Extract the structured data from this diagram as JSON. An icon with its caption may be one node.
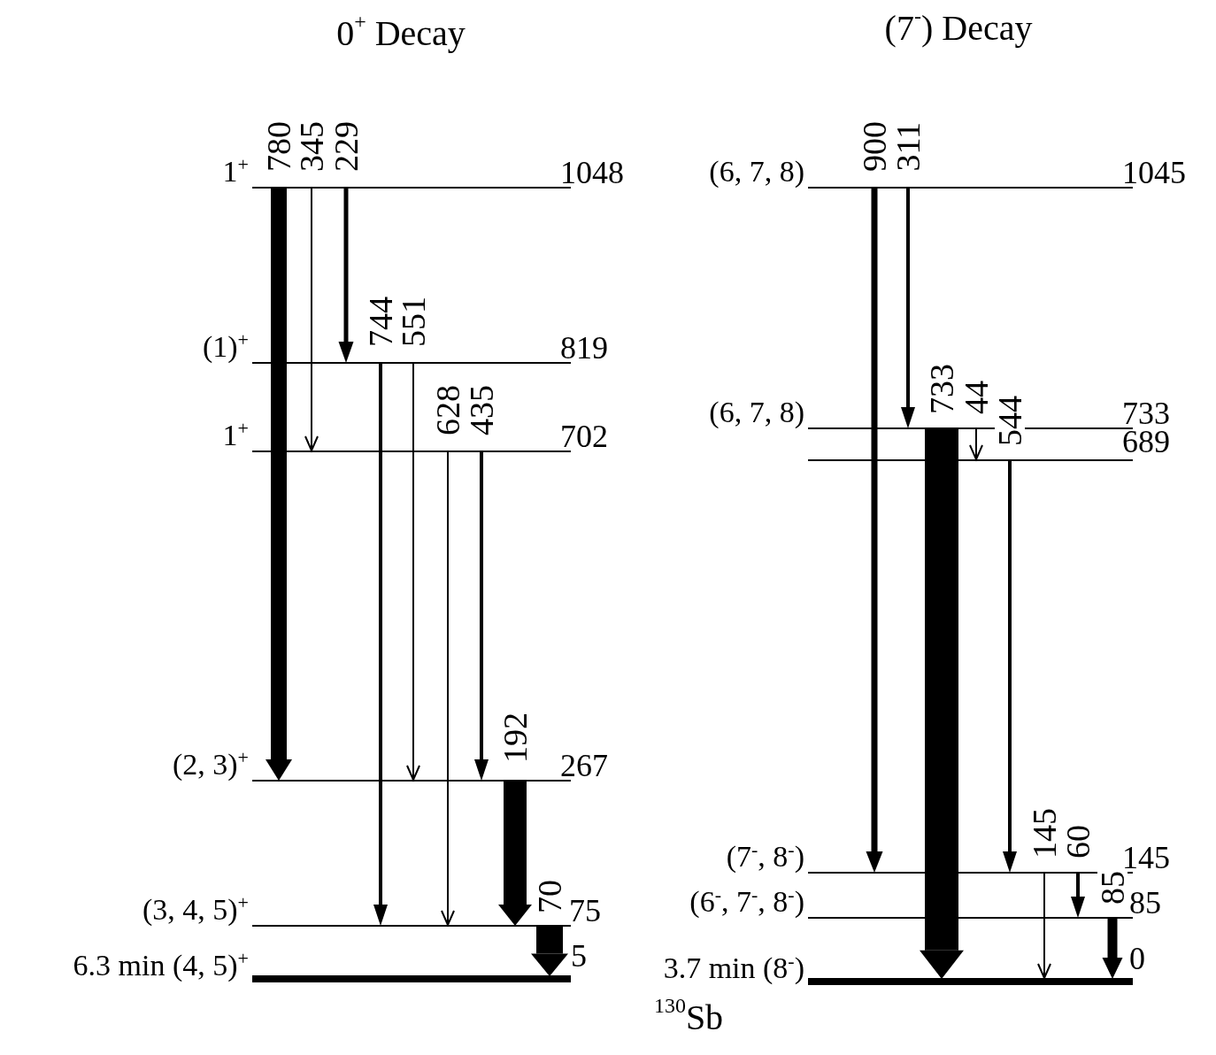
{
  "diagram": {
    "nodes": [
      {
        "text": [
          "1$^{+}$",
          "1048"
        ]
      },
      {
        "text": [
          "(1)$^{+}$",
          "819"
        ]
      },
      {
        "text": [
          "1$^{+}$",
          "702"
        ]
      },
      {
        "text": [
          "(2, 3)$^{+}$",
          "267"
        ]
      },
      {
        "text": [
          "(3, 4, 5)$^{+}$",
          "75"
        ]
      },
      {
        "text": [
          "6.3 min (4, 5)$^{+}$",
          "5"
        ]
      },
      {
        "text": [
          "(6, 7, 8)",
          "1045"
        ]
      },
      {
        "text": [
          "(6, 7, 8)",
          "733"
        ]
      },
      {
        "text": [
          "689"
        ]
      },
      {
        "text": [
          "(7$^{-}$, 8$^{-}$)",
          "145"
        ]
      },
      {
        "text": [
          "(6$^{-}$, 7$^{-}$, 8$^{-}$)",
          "85"
        ]
      },
      {
        "text": [
          "3.7 min (8$^{-}$)",
          "0"
        ]
      }
    ],
    "edges": [
      {
        "from": 0,
        "to": 3,
        "arrow": "to",
        "label": "780",
        "style": "thick"
      },
      {
        "from": 0,
        "to": 2,
        "arrow": "to",
        "label": "345"
      },
      {
        "from": 0,
        "to": 1,
        "arrow": "to",
        "label": "229"
      },
      {
        "from": 1,
        "to": 4,
        "arrow": "to",
        "label": "744"
      },
      {
        "from": 1,
        "to": 3,
        "arrow": "to",
        "label": "551"
      },
      {
        "from": 2,
        "to": 4,
        "arrow": "to",
        "label": "628"
      },
      {
        "from": 2,
        "to": 3,
        "arrow": "to",
        "label": "435"
      },
      {
        "from": 3,
        "to": 4,
        "arrow": "to",
        "label": "192",
        "style": "thick"
      },
      {
        "from": 4,
        "to": 5,
        "arrow": "to",
        "label": "70",
        "style": "thick"
      },
      {
        "from": 6,
        "to": 9,
        "arrow": "to",
        "label": "900"
      },
      {
        "from": 6,
        "to": 7,
        "arrow": "to",
        "label": "311"
      },
      {
        "from": 7,
        "to": 11,
        "arrow": "to",
        "label": "733",
        "style": "thick"
      },
      {
        "from": 7,
        "to": 8,
        "arrow": "to",
        "label": "44"
      },
      {
        "from": 8,
        "to": 9,
        "arrow": "to",
        "label": "544"
      },
      {
        "from": 9,
        "to": 11,
        "arrow": "to",
        "label": "145"
      },
      {
        "from": 9,
        "to": 10,
        "arrow": "to",
        "label": "60"
      },
      {
        "from": 10,
        "to": 11,
        "arrow": "to",
        "label": "85",
        "style": "thick"
      }
    ],
    "labels": [
      "0$^{+}$ Decay",
      "(7$^{-}$) Decay",
      "$^{130}$Sb"
    ]
  }
}
